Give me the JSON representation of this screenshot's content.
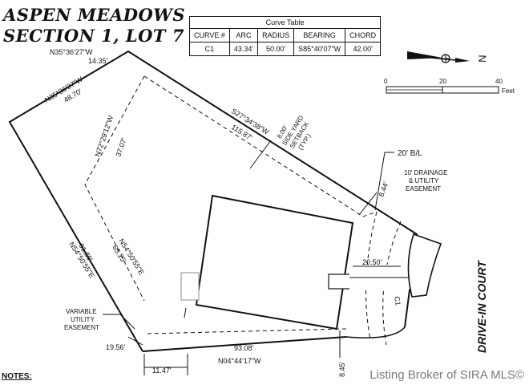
{
  "title": {
    "line1": "ASPEN MEADOWS",
    "line2": "SECTION 1, LOT 7"
  },
  "curve_table": {
    "caption": "Curve Table",
    "headers": [
      "CURVE #",
      "ARC",
      "RADIUS",
      "BEARING",
      "CHORD"
    ],
    "row": [
      "C1",
      "43.34'",
      "50.00'",
      "S85°40'07\"W",
      "42.00'"
    ]
  },
  "north_arrow": {
    "letter": "N"
  },
  "scale_bar": {
    "labels": [
      "0",
      "20",
      "40"
    ],
    "unit": "Feet"
  },
  "labels": {
    "top_bearing": "N35°36'27\"W",
    "top_dist": "14.35'",
    "upper_left_bearing": "N35°36'27\"W",
    "upper_left_dist": "48.70'",
    "ne_bearing": "S27°34'38\"W",
    "ne_dist": "115.87'",
    "side_yard_setback": [
      "8.00'",
      "SIDE YARD",
      "SETBACK",
      "(TYP.)"
    ],
    "interior_bearing": "N72°29'12\"W",
    "interior_dist": "37.07'",
    "building_line": "20' B/L",
    "drainage_easement": [
      "10' DRAINAGE",
      "& UTILITY",
      "EASEMENT"
    ],
    "dim_844": "8.44'",
    "dim_2050": "20.50'",
    "sw_inner_bearing": "N54°50'55\"E",
    "sw_inner_dist": "65.25'",
    "sw_outer_dist": "91.80'",
    "sw_outer_bearing": "N54°50'55\"E",
    "variable_easement": [
      "VARIABLE",
      "UTILITY",
      "EASEMENT"
    ],
    "dim_1956": "19.56'",
    "bottom_dist": "93.08'",
    "bottom_bearing": "N04°44'17\"W",
    "dim_1147": "11.47'",
    "dim_845": "8.45'",
    "curve_label": "C1",
    "street": "DRIVE-IN COURT"
  },
  "notes": "NOTES:",
  "watermark": "Listing Broker of SIRA MLS©"
}
